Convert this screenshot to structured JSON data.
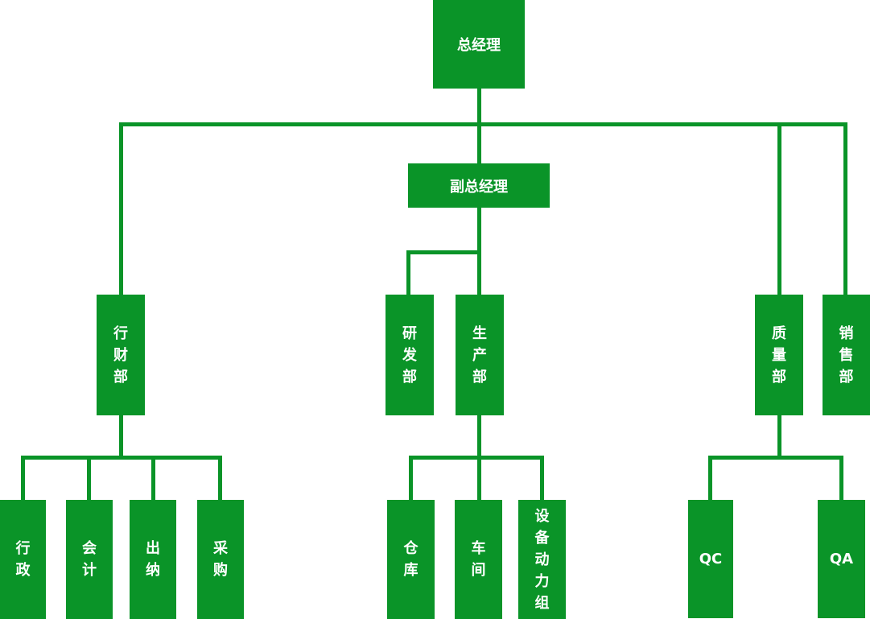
{
  "colors": {
    "node_fill": "#0A9428",
    "connector": "#0A9428",
    "text": "#FFFFFF",
    "background": "#FFFFFF"
  },
  "nodes": {
    "gm": {
      "label": "总经理"
    },
    "dgm": {
      "label": "副总经理"
    },
    "xcb": {
      "label": "行财部"
    },
    "yfb": {
      "label": "研发部"
    },
    "scb": {
      "label": "生产部"
    },
    "zlb": {
      "label": "质量部"
    },
    "xsb": {
      "label": "销售部"
    },
    "xz": {
      "label": "行政"
    },
    "kj": {
      "label": "会计"
    },
    "cn": {
      "label": "出纳"
    },
    "cg": {
      "label": "采购"
    },
    "ck": {
      "label": "仓库"
    },
    "cj": {
      "label": "车间"
    },
    "sbdl": {
      "label": "设备动力组"
    },
    "qc": {
      "label": "QC"
    },
    "qa": {
      "label": "QA"
    }
  },
  "org_chart": {
    "type": "org-tree",
    "root": {
      "label": "总经理",
      "children": [
        {
          "label": "行财部",
          "children": [
            {
              "label": "行政"
            },
            {
              "label": "会计"
            },
            {
              "label": "出纳"
            },
            {
              "label": "采购"
            }
          ]
        },
        {
          "label": "副总经理",
          "children": [
            {
              "label": "研发部"
            },
            {
              "label": "生产部",
              "children": [
                {
                  "label": "仓库"
                },
                {
                  "label": "车间"
                },
                {
                  "label": "设备动力组"
                }
              ]
            }
          ]
        },
        {
          "label": "质量部",
          "children": [
            {
              "label": "QC"
            },
            {
              "label": "QA"
            }
          ]
        },
        {
          "label": "销售部"
        }
      ]
    }
  }
}
